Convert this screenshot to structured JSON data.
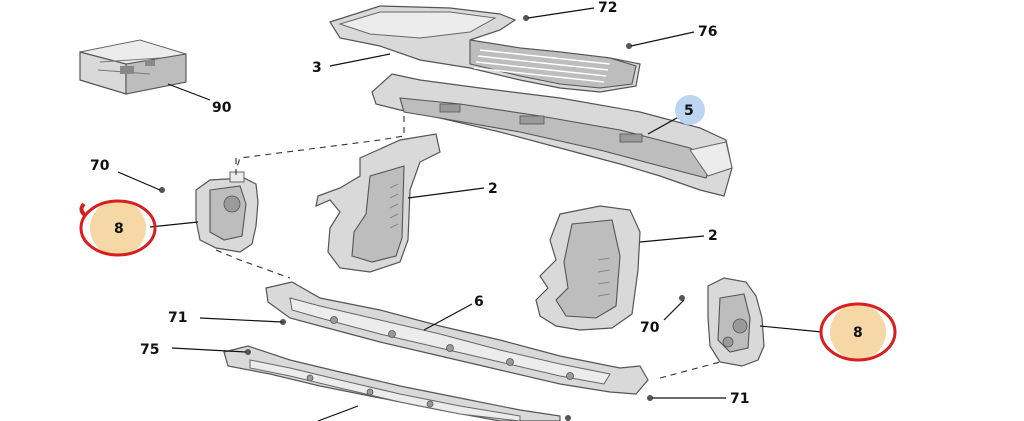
{
  "labels": {
    "n72": "72",
    "n76": "76",
    "n3": "3",
    "n90": "90",
    "n5": "5",
    "n70_left": "70",
    "n2_upper": "2",
    "n8_left": "8",
    "n2_lower": "2",
    "n71_left": "71",
    "n6": "6",
    "n70_right": "70",
    "n8_right": "8",
    "n75": "75",
    "n71_right": "71"
  },
  "colors": {
    "highlight_orange": "#f6d8a6",
    "highlight_blue": "#bcd6f2",
    "circle_red": "#d81e1e"
  }
}
